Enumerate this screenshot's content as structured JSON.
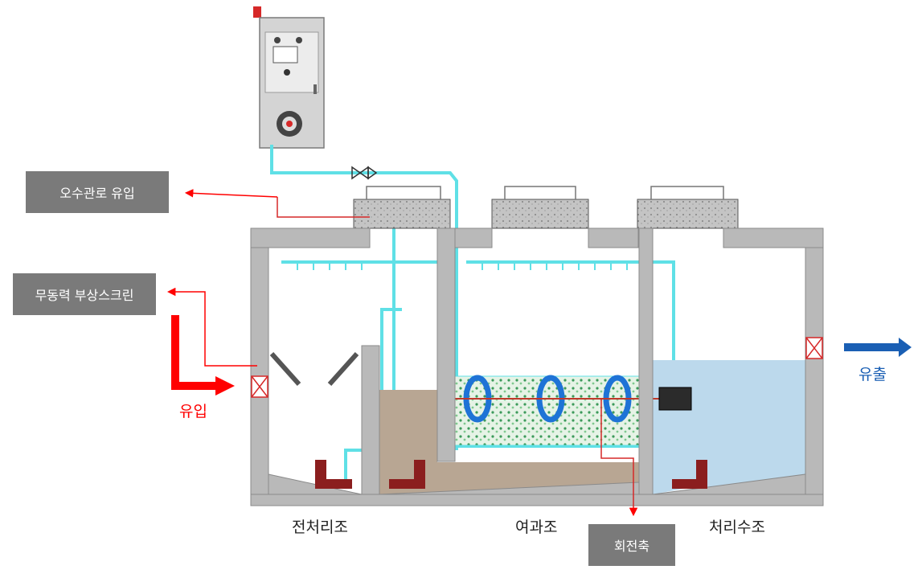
{
  "labels": {
    "sewer_inflow": "오수관로 유입",
    "floating_screen": "무동력 부상스크린",
    "inflow": "유입",
    "outflow": "유출",
    "pretreatment_tank": "전처리조",
    "filtration_tank": "여과조",
    "treated_water_tank": "처리수조",
    "rotating_shaft": "회전축"
  },
  "colors": {
    "concrete": "#b9b9b9",
    "pipe": "#5fe0e6",
    "sludge": "#b8a693",
    "water": "#bcd9ec",
    "arrow_red": "#ff0000",
    "arrow_blue": "#1a5fb4",
    "callout_box": "#7a7a7a"
  }
}
